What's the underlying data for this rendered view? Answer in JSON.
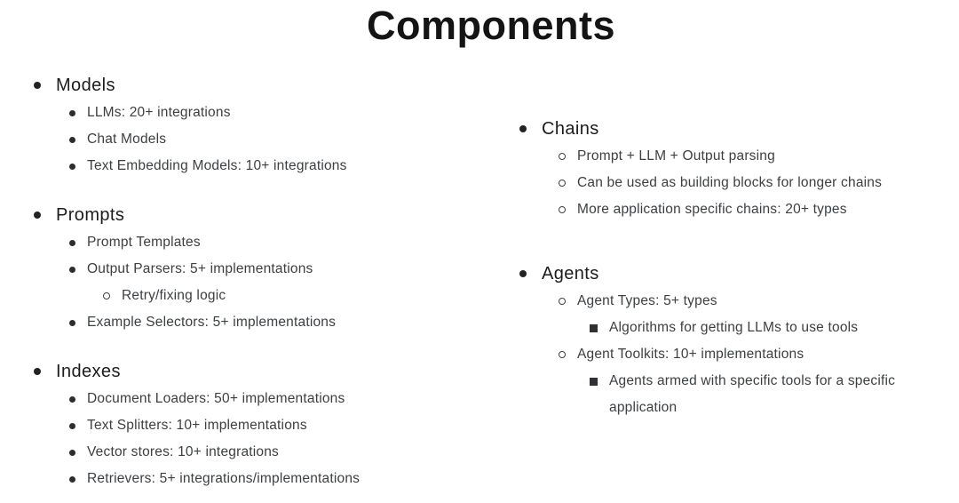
{
  "page": {
    "title": "Components",
    "background_color": "#ffffff",
    "title_color": "#141414",
    "heading_color": "#1c1c1e",
    "body_text_color": "#3c4043"
  },
  "columns": [
    {
      "name": "left",
      "sections": [
        {
          "heading": "Models",
          "items": [
            {
              "text": "LLMs: 20+ integrations",
              "bullet": "disc",
              "level": 1
            },
            {
              "text": "Chat Models",
              "bullet": "disc",
              "level": 1
            },
            {
              "text": "Text Embedding Models: 10+ integrations",
              "bullet": "disc",
              "level": 1
            }
          ]
        },
        {
          "heading": "Prompts",
          "items": [
            {
              "text": "Prompt Templates",
              "bullet": "disc",
              "level": 1
            },
            {
              "text": "Output Parsers: 5+ implementations",
              "bullet": "disc",
              "level": 1
            },
            {
              "text": "Retry/fixing logic",
              "bullet": "circle",
              "level": 2
            },
            {
              "text": "Example Selectors: 5+ implementations",
              "bullet": "disc",
              "level": 1
            }
          ]
        },
        {
          "heading": "Indexes",
          "items": [
            {
              "text": "Document Loaders: 50+ implementations",
              "bullet": "disc",
              "level": 1
            },
            {
              "text": "Text Splitters: 10+ implementations",
              "bullet": "disc",
              "level": 1
            },
            {
              "text": "Vector stores: 10+ integrations",
              "bullet": "disc",
              "level": 1
            },
            {
              "text": "Retrievers: 5+ integrations/implementations",
              "bullet": "disc",
              "level": 1
            }
          ]
        }
      ]
    },
    {
      "name": "right",
      "sections": [
        {
          "heading": "Chains",
          "items": [
            {
              "text": "Prompt + LLM + Output parsing",
              "bullet": "circle",
              "level": 1
            },
            {
              "text": "Can be used as building blocks for longer chains",
              "bullet": "circle",
              "level": 1
            },
            {
              "text": "More application specific chains: 20+ types",
              "bullet": "circle",
              "level": 1
            }
          ]
        },
        {
          "heading": "Agents",
          "items": [
            {
              "text": "Agent Types: 5+ types",
              "bullet": "circle",
              "level": 1
            },
            {
              "text": "Algorithms for getting LLMs to use tools",
              "bullet": "square",
              "level": 2
            },
            {
              "text": "Agent Toolkits: 10+ implementations",
              "bullet": "circle",
              "level": 1
            },
            {
              "text": "Agents armed with specific tools for a specific application",
              "bullet": "square",
              "level": 2
            }
          ]
        }
      ]
    }
  ]
}
